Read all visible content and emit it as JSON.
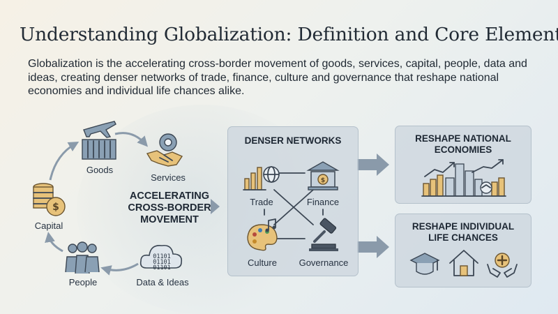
{
  "title": "Understanding Globalization: Definition and Core Elements",
  "intro": "Globalization is the accelerating cross-border movement of goods, services, capital, people, data and ideas, creating denser networks of trade, finance, culture and governance that reshape national economies and individual life chances alike.",
  "cycle": {
    "label_line1": "ACCELERATING",
    "label_line2": "CROSS-BORDER",
    "label_line3": "MOVEMENT",
    "items": [
      {
        "label": "Goods",
        "icon": "airplane-container-icon"
      },
      {
        "label": "Services",
        "icon": "handshake-gear-icon"
      },
      {
        "label": "Capital",
        "icon": "coin-stack-icon"
      },
      {
        "label": "People",
        "icon": "people-group-icon"
      },
      {
        "label": "Data & Ideas",
        "icon": "binary-cloud-icon"
      }
    ],
    "binary_text": "01101"
  },
  "networks": {
    "title": "DENSER NETWORKS",
    "items": [
      {
        "label": "Trade",
        "icon": "bar-chart-globe-icon"
      },
      {
        "label": "Finance",
        "icon": "bank-icon"
      },
      {
        "label": "Culture",
        "icon": "palette-music-icon"
      },
      {
        "label": "Governance",
        "icon": "gavel-icon"
      }
    ]
  },
  "outcomes": [
    {
      "title_line1": "RESHAPE NATIONAL",
      "title_line2": "ECONOMIES",
      "icon": "skyline-growth-icon"
    },
    {
      "title_line1": "RESHAPE INDIVIDUAL",
      "title_line2": "LIFE CHANCES",
      "icons": [
        "graduation-cap-icon",
        "house-icon",
        "health-hands-icon"
      ]
    }
  ],
  "colors": {
    "panel": "#cdd6de",
    "arrow": "#8a9aaa",
    "text": "#1f2a36",
    "accent_gold": "#e7c27a",
    "accent_steel": "#8aa0b4"
  }
}
